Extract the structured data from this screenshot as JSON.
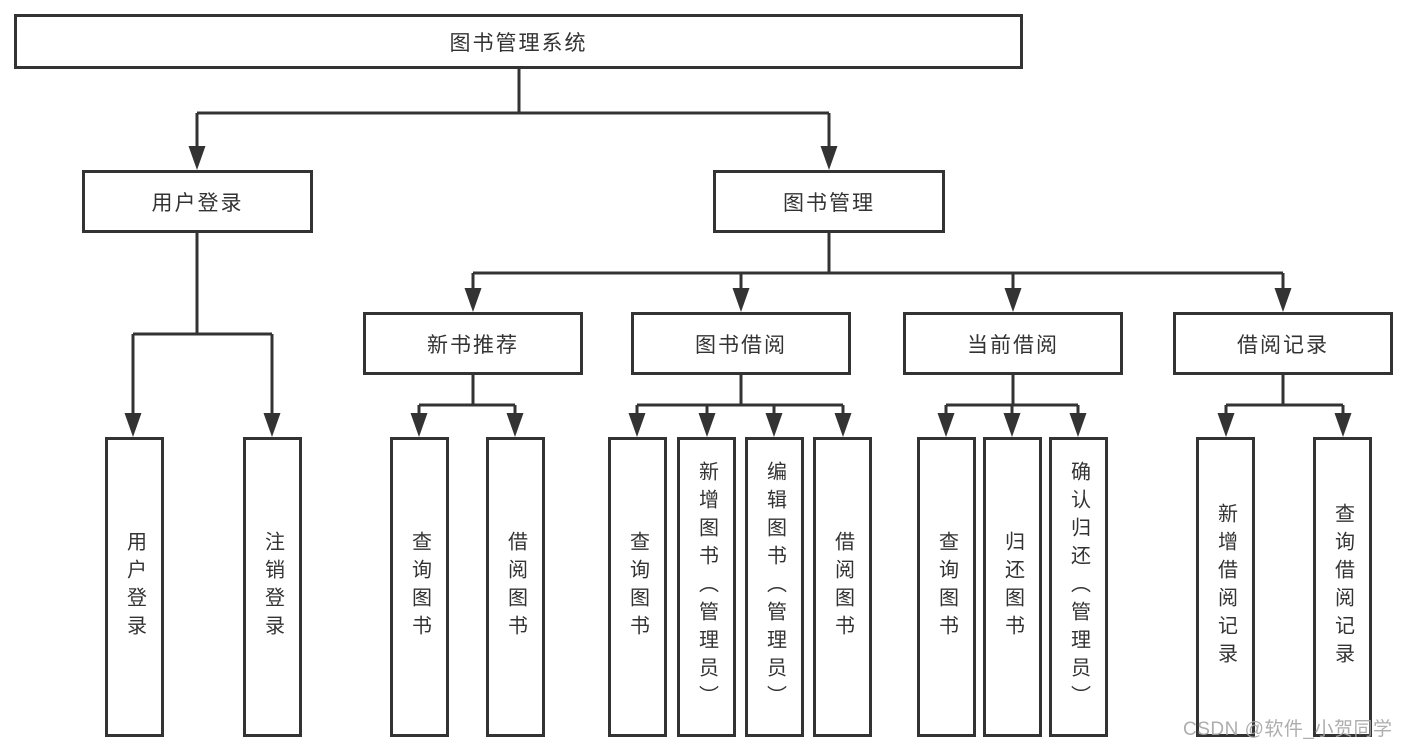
{
  "diagram": {
    "title": "图书管理系统",
    "level2": [
      {
        "label": "用户登录"
      },
      {
        "label": "图书管理"
      }
    ],
    "level3": [
      {
        "label": "新书推荐"
      },
      {
        "label": "图书借阅"
      },
      {
        "label": "当前借阅"
      },
      {
        "label": "借阅记录"
      }
    ],
    "leaves": {
      "user_login": [
        "用户登录",
        "注销登录"
      ],
      "new_book": [
        "查询图书",
        "借阅图书"
      ],
      "book_borrow": [
        "查询图书",
        "新增图书（管理员）",
        "编辑图书（管理员）",
        "借阅图书"
      ],
      "current_borrow": [
        "查询图书",
        "归还图书",
        "确认归还（管理员）"
      ],
      "borrow_record": [
        "新增借阅记录",
        "查询借阅记录"
      ]
    }
  },
  "watermark": {
    "text": "CSDN @软件_小贺同学"
  },
  "colors": {
    "line": "#333333",
    "text": "#333333",
    "watermark": "#a5a5a5",
    "background": "#ffffff"
  }
}
